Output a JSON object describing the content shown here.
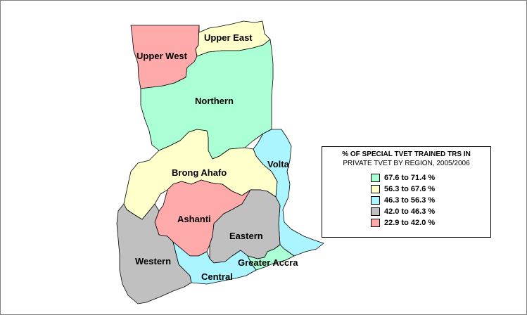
{
  "legend": {
    "title_line1": "% OF SPECIAL TVET TRAINED TRS IN",
    "title_line2": "PRIVATE TVET BY REGION, 2005/2006",
    "classes": [
      {
        "label": "67.6 to 71.4 %",
        "color": "#aaffd5"
      },
      {
        "label": "56.3 to 67.6 %",
        "color": "#ffffcc"
      },
      {
        "label": "46.3 to 56.3 %",
        "color": "#aaf5ff"
      },
      {
        "label": "42.0 to 46.3 %",
        "color": "#c0c0c0"
      },
      {
        "label": "22.9 to 42.0 %",
        "color": "#ffaaaa"
      }
    ]
  },
  "regions": [
    {
      "name": "Upper West",
      "class_index": 4
    },
    {
      "name": "Upper East",
      "class_index": 1
    },
    {
      "name": "Northern",
      "class_index": 0
    },
    {
      "name": "Brong Ahafo",
      "class_index": 1
    },
    {
      "name": "Volta",
      "class_index": 2
    },
    {
      "name": "Ashanti",
      "class_index": 4
    },
    {
      "name": "Eastern",
      "class_index": 3
    },
    {
      "name": "Western",
      "class_index": 3
    },
    {
      "name": "Central",
      "class_index": 2
    },
    {
      "name": "Greater Accra",
      "class_index": 0
    }
  ]
}
